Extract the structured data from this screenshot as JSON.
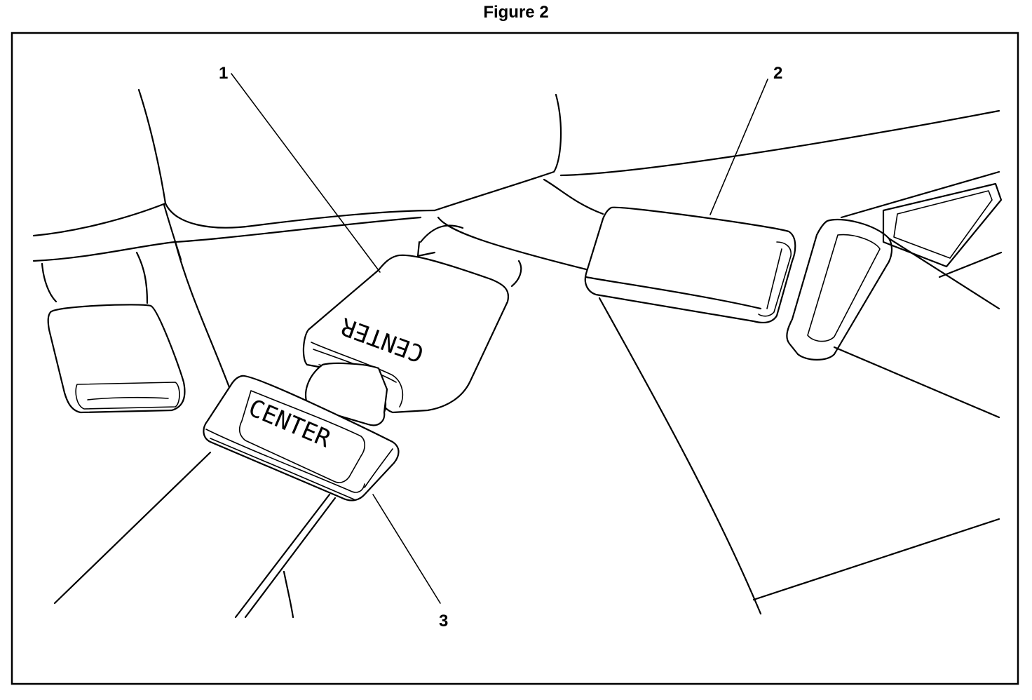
{
  "figure": {
    "title": "Figure 2"
  },
  "callouts": [
    {
      "id": "1",
      "label": "1"
    },
    {
      "id": "2",
      "label": "2"
    },
    {
      "id": "3",
      "label": "3"
    }
  ],
  "stamps": {
    "buckle_center": "CENTER",
    "latch_center": "CENTER"
  },
  "colors": {
    "ink": "#000000",
    "paper": "#ffffff"
  }
}
